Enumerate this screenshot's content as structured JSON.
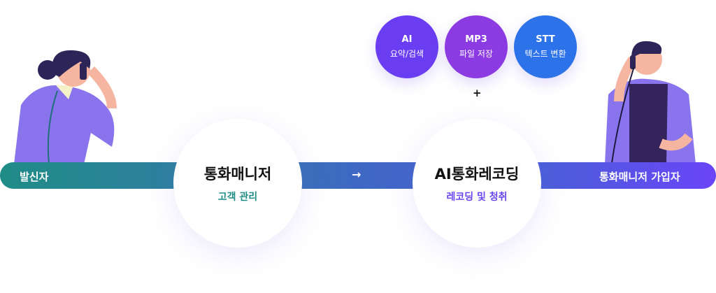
{
  "flow": {
    "caller_label": "발신자",
    "subscriber_label": "통화매니저 가입자",
    "arrow": "→",
    "plus": "+"
  },
  "nodes": [
    {
      "title": "통화매니저",
      "subtitle": "고객 관리",
      "subtitle_color": "#1f8c86"
    },
    {
      "title": "AI통화레코딩",
      "subtitle": "레코딩 및 청취",
      "subtitle_color": "#6a45f0"
    }
  ],
  "features": [
    {
      "title": "AI",
      "subtitle": "요약/검색",
      "color": "#6a3df2"
    },
    {
      "title": "MP3",
      "subtitle": "파일 저장",
      "color": "#8c3ae2"
    },
    {
      "title": "STT",
      "subtitle": "텍스트 변환",
      "color": "#2c72e8"
    }
  ]
}
